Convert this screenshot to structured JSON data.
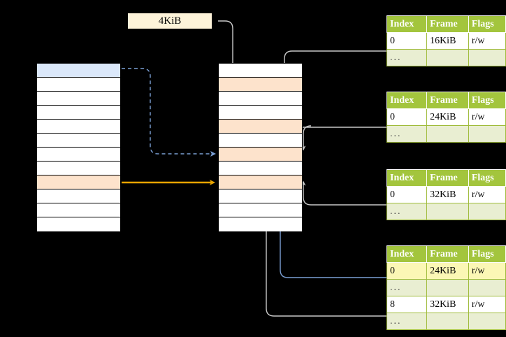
{
  "diagram": {
    "title_label": "4KiB",
    "left_column": {
      "name": "virtual-address-space",
      "row_count": 12,
      "rows": [
        {
          "fill": "blue",
          "label": ""
        },
        {
          "fill": "white",
          "label": ""
        },
        {
          "fill": "white",
          "label": ""
        },
        {
          "fill": "white",
          "label": ""
        },
        {
          "fill": "white",
          "label": ""
        },
        {
          "fill": "white",
          "label": ""
        },
        {
          "fill": "white",
          "label": ""
        },
        {
          "fill": "white",
          "label": ""
        },
        {
          "fill": "peach",
          "label": ""
        },
        {
          "fill": "white",
          "label": ""
        },
        {
          "fill": "white",
          "label": ""
        },
        {
          "fill": "white",
          "label": ""
        }
      ]
    },
    "center_column": {
      "name": "physical-memory",
      "row_count": 12,
      "rows": [
        {
          "fill": "white",
          "label": ""
        },
        {
          "fill": "peach",
          "label": ""
        },
        {
          "fill": "white",
          "label": ""
        },
        {
          "fill": "white",
          "label": ""
        },
        {
          "fill": "peach",
          "label": ""
        },
        {
          "fill": "white",
          "label": ""
        },
        {
          "fill": "peach",
          "label": ""
        },
        {
          "fill": "white",
          "label": ""
        },
        {
          "fill": "peach",
          "label": ""
        },
        {
          "fill": "white",
          "label": ""
        },
        {
          "fill": "white",
          "label": ""
        },
        {
          "fill": "white",
          "label": ""
        }
      ]
    },
    "tables": [
      {
        "name": "page-table-1",
        "headers": [
          "Index",
          "Frame",
          "Flags"
        ],
        "rows": [
          {
            "type": "data",
            "cells": [
              "0",
              "16KiB",
              "r/w"
            ],
            "highlight": false
          },
          {
            "type": "ellipsis",
            "cells": [
              "...",
              "",
              ""
            ],
            "highlight": false
          }
        ]
      },
      {
        "name": "page-table-2",
        "headers": [
          "Index",
          "Frame",
          "Flags"
        ],
        "rows": [
          {
            "type": "data",
            "cells": [
              "0",
              "24KiB",
              "r/w"
            ],
            "highlight": false
          },
          {
            "type": "ellipsis",
            "cells": [
              "...",
              "",
              ""
            ],
            "highlight": false
          }
        ]
      },
      {
        "name": "page-table-3",
        "headers": [
          "Index",
          "Frame",
          "Flags"
        ],
        "rows": [
          {
            "type": "data",
            "cells": [
              "0",
              "32KiB",
              "r/w"
            ],
            "highlight": false
          },
          {
            "type": "ellipsis",
            "cells": [
              "...",
              "",
              ""
            ],
            "highlight": false
          }
        ]
      },
      {
        "name": "page-table-4",
        "headers": [
          "Index",
          "Frame",
          "Flags"
        ],
        "rows": [
          {
            "type": "data",
            "cells": [
              "0",
              "24KiB",
              "r/w"
            ],
            "highlight": true
          },
          {
            "type": "ellipsis",
            "cells": [
              "...",
              "",
              ""
            ],
            "highlight": false
          },
          {
            "type": "data",
            "cells": [
              "8",
              "32KiB",
              "r/w"
            ],
            "highlight": false
          },
          {
            "type": "ellipsis",
            "cells": [
              "...",
              "",
              ""
            ],
            "highlight": false
          }
        ]
      }
    ],
    "colors": {
      "table_header": "#a3c53d",
      "table_ellipsis": "#e9eed2",
      "highlight": "#fbf7b5",
      "row_blue": "#dbe8fa",
      "row_peach": "#fde3cc",
      "label_bg": "#fdf3d9",
      "arrow_blue": "#7a9fd4",
      "arrow_orange": "#e8a400",
      "arrow_gray": "#c8c8c8",
      "background": "#000000"
    }
  }
}
